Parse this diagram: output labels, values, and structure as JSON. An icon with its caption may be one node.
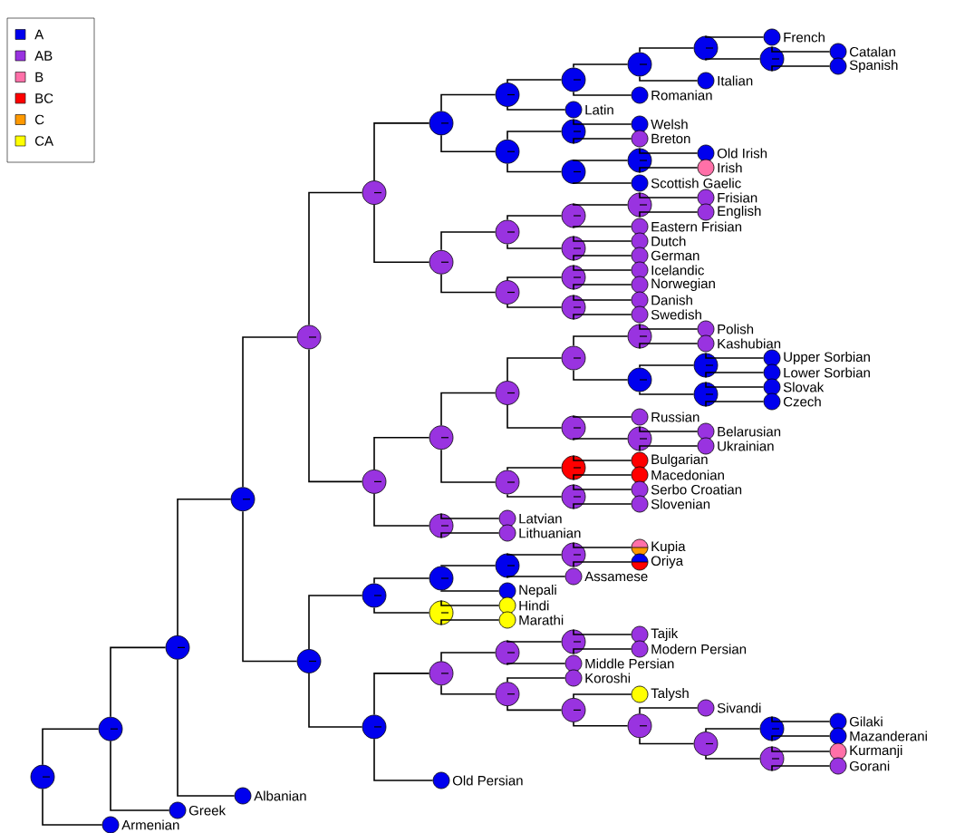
{
  "diagram": {
    "nodes": [
      {
        "text": [],
        "shape": "circle"
      },
      {
        "text": [],
        "shape": "circle"
      },
      {
        "text": [],
        "shape": "circle"
      },
      {
        "text": [],
        "shape": "circle"
      },
      {
        "text": [],
        "shape": "circle"
      },
      {
        "text": [],
        "shape": "circle"
      },
      {
        "text": [],
        "shape": "circle"
      },
      {
        "text": [],
        "shape": "circle"
      },
      {
        "text": [],
        "shape": "circle"
      },
      {
        "text": [],
        "shape": "circle"
      },
      {
        "text": [],
        "shape": "circle"
      },
      {
        "text": [],
        "shape": "circle",
        "beside": [
          "French"
        ]
      },
      {
        "text": [],
        "shape": "circle"
      },
      {
        "text": [],
        "shape": "circle",
        "beside": [
          "Catalan"
        ]
      },
      {
        "text": [],
        "shape": "circle",
        "beside": [
          "Spanish"
        ]
      },
      {
        "text": [],
        "shape": "circle",
        "beside": [
          "Italian"
        ]
      },
      {
        "text": [],
        "shape": "circle",
        "beside": [
          "Romanian"
        ]
      },
      {
        "text": [],
        "shape": "circle",
        "beside": [
          "Latin"
        ]
      },
      {
        "text": [],
        "shape": "circle"
      },
      {
        "text": [],
        "shape": "circle"
      },
      {
        "text": [],
        "shape": "circle",
        "beside": [
          "Welsh"
        ]
      },
      {
        "text": [],
        "shape": "circle",
        "beside": [
          "Breton"
        ]
      },
      {
        "text": [],
        "shape": "circle"
      },
      {
        "text": [],
        "shape": "circle"
      },
      {
        "text": [],
        "shape": "circle",
        "beside": [
          "Old Irish"
        ]
      },
      {
        "text": [],
        "shape": "circle",
        "beside": [
          "Irish"
        ]
      },
      {
        "text": [],
        "shape": "circle",
        "beside": [
          "Scottish Gaelic"
        ]
      },
      {
        "text": [],
        "shape": "circle"
      },
      {
        "text": [],
        "shape": "circle"
      },
      {
        "text": [],
        "shape": "circle"
      },
      {
        "text": [],
        "shape": "circle"
      },
      {
        "text": [],
        "shape": "circle",
        "beside": [
          "Frisian"
        ]
      },
      {
        "text": [],
        "shape": "circle",
        "beside": [
          "English"
        ]
      },
      {
        "text": [],
        "shape": "circle",
        "beside": [
          "Eastern Frisian"
        ]
      },
      {
        "text": [],
        "shape": "circle"
      },
      {
        "text": [],
        "shape": "circle",
        "beside": [
          "Dutch"
        ]
      },
      {
        "text": [],
        "shape": "circle",
        "beside": [
          "German"
        ]
      },
      {
        "text": [],
        "shape": "circle"
      },
      {
        "text": [],
        "shape": "circle"
      },
      {
        "text": [],
        "shape": "circle",
        "beside": [
          "Icelandic"
        ]
      },
      {
        "text": [],
        "shape": "circle",
        "beside": [
          "Norwegian"
        ]
      },
      {
        "text": [],
        "shape": "circle"
      },
      {
        "text": [],
        "shape": "circle",
        "beside": [
          "Danish"
        ]
      },
      {
        "text": [],
        "shape": "circle",
        "beside": [
          "Swedish"
        ]
      },
      {
        "text": [],
        "shape": "circle"
      },
      {
        "text": [],
        "shape": "circle"
      },
      {
        "text": [],
        "shape": "circle"
      },
      {
        "text": [],
        "shape": "circle"
      },
      {
        "text": [],
        "shape": "circle"
      },
      {
        "text": [],
        "shape": "circle",
        "beside": [
          "Polish"
        ]
      },
      {
        "text": [],
        "shape": "circle",
        "beside": [
          "Kashubian"
        ]
      },
      {
        "text": [],
        "shape": "circle"
      },
      {
        "text": [],
        "shape": "circle"
      },
      {
        "text": [],
        "shape": "circle",
        "beside": [
          "Upper Sorbian"
        ]
      },
      {
        "text": [],
        "shape": "circle",
        "beside": [
          "Lower Sorbian"
        ]
      },
      {
        "text": [],
        "shape": "circle"
      },
      {
        "text": [],
        "shape": "circle",
        "beside": [
          "Slovak"
        ]
      },
      {
        "text": [],
        "shape": "circle",
        "beside": [
          "Czech"
        ]
      },
      {
        "text": [],
        "shape": "circle"
      },
      {
        "text": [],
        "shape": "circle",
        "beside": [
          "Russian"
        ]
      },
      {
        "text": [],
        "shape": "circle"
      },
      {
        "text": [],
        "shape": "circle",
        "beside": [
          "Belarusian"
        ]
      },
      {
        "text": [],
        "shape": "circle",
        "beside": [
          "Ukrainian"
        ]
      },
      {
        "text": [],
        "shape": "circle"
      },
      {
        "text": [],
        "shape": "circle"
      },
      {
        "text": [],
        "shape": "circle",
        "beside": [
          "Bulgarian"
        ]
      },
      {
        "text": [],
        "shape": "circle",
        "beside": [
          "Macedonian"
        ]
      },
      {
        "text": [],
        "shape": "circle"
      },
      {
        "text": [],
        "shape": "circle",
        "beside": [
          "Serbo Croatian"
        ]
      },
      {
        "text": [],
        "shape": "circle",
        "beside": [
          "Slovenian"
        ]
      },
      {
        "text": [],
        "shape": "circle"
      },
      {
        "text": [],
        "shape": "circle",
        "beside": [
          "Latvian"
        ]
      },
      {
        "text": [],
        "shape": "circle",
        "beside": [
          "Lithuanian"
        ]
      },
      {
        "text": [],
        "shape": "circle"
      },
      {
        "text": [],
        "shape": "circle"
      },
      {
        "text": [],
        "shape": "circle"
      },
      {
        "text": [],
        "shape": "circle"
      },
      {
        "text": [],
        "shape": "circle"
      },
      {
        "text": [],
        "shape": "circle",
        "beside": [
          "Kupia"
        ]
      },
      {
        "text": [],
        "shape": "circle",
        "beside": [
          "Oriya"
        ]
      },
      {
        "text": [],
        "shape": "circle",
        "beside": [
          "Assamese"
        ]
      },
      {
        "text": [],
        "shape": "circle",
        "beside": [
          "Nepali"
        ]
      },
      {
        "text": [],
        "shape": "circle"
      },
      {
        "text": [],
        "shape": "circle",
        "beside": [
          "Hindi"
        ]
      },
      {
        "text": [],
        "shape": "circle",
        "beside": [
          "Marathi"
        ]
      },
      {
        "text": [],
        "shape": "circle"
      },
      {
        "text": [],
        "shape": "circle"
      },
      {
        "text": [],
        "shape": "circle"
      },
      {
        "text": [],
        "shape": "circle"
      },
      {
        "text": [],
        "shape": "circle",
        "beside": [
          "Tajik"
        ]
      },
      {
        "text": [],
        "shape": "circle",
        "beside": [
          "Modern Persian"
        ]
      },
      {
        "text": [],
        "shape": "circle",
        "beside": [
          "Middle Persian"
        ]
      },
      {
        "text": [],
        "shape": "circle"
      },
      {
        "text": [],
        "shape": "circle",
        "beside": [
          "Koroshi"
        ]
      },
      {
        "text": [],
        "shape": "circle"
      },
      {
        "text": [],
        "shape": "circle",
        "beside": [
          "Talysh"
        ]
      },
      {
        "text": [],
        "shape": "circle"
      },
      {
        "text": [],
        "shape": "circle",
        "beside": [
          "Sivandi"
        ]
      },
      {
        "text": [],
        "shape": "circle"
      },
      {
        "text": [],
        "shape": "circle"
      },
      {
        "text": [],
        "shape": "circle",
        "beside": [
          "Gilaki"
        ]
      },
      {
        "text": [],
        "shape": "circle",
        "beside": [
          "Mazanderani"
        ]
      },
      {
        "text": [],
        "shape": "circle"
      },
      {
        "text": [],
        "shape": "circle",
        "beside": [
          "Kurmanji"
        ]
      },
      {
        "text": [],
        "shape": "circle",
        "beside": [
          "Gorani"
        ]
      },
      {
        "text": [],
        "shape": "circle",
        "beside": [
          "Old Persian"
        ]
      },
      {
        "text": [],
        "shape": "circle",
        "beside": [
          "Albanian"
        ]
      },
      {
        "text": [],
        "shape": "circle",
        "beside": [
          "Greek"
        ]
      },
      {
        "text": [],
        "shape": "circle",
        "beside": [
          "Armenian"
        ]
      }
    ],
    "edges": [
      {
        "from": 0,
        "to": 1,
        "arrow": "none"
      },
      {
        "from": 0,
        "to": 108,
        "arrow": "none"
      },
      {
        "from": 1,
        "to": 2,
        "arrow": "none"
      },
      {
        "from": 1,
        "to": 107,
        "arrow": "none"
      },
      {
        "from": 2,
        "to": 3,
        "arrow": "none"
      },
      {
        "from": 2,
        "to": 106,
        "arrow": "none"
      },
      {
        "from": 3,
        "to": 4,
        "arrow": "none"
      },
      {
        "from": 3,
        "to": 73,
        "arrow": "none"
      },
      {
        "from": 4,
        "to": 5,
        "arrow": "none"
      },
      {
        "from": 4,
        "to": 44,
        "arrow": "none"
      },
      {
        "from": 5,
        "to": 6,
        "arrow": "none"
      },
      {
        "from": 5,
        "to": 27,
        "arrow": "none"
      },
      {
        "from": 6,
        "to": 7,
        "arrow": "none"
      },
      {
        "from": 6,
        "to": 18,
        "arrow": "none"
      },
      {
        "from": 7,
        "to": 8,
        "arrow": "none"
      },
      {
        "from": 7,
        "to": 17,
        "arrow": "none"
      },
      {
        "from": 8,
        "to": 9,
        "arrow": "none"
      },
      {
        "from": 8,
        "to": 16,
        "arrow": "none"
      },
      {
        "from": 9,
        "to": 10,
        "arrow": "none"
      },
      {
        "from": 9,
        "to": 15,
        "arrow": "none"
      },
      {
        "from": 10,
        "to": 11,
        "arrow": "none"
      },
      {
        "from": 10,
        "to": 12,
        "arrow": "none"
      },
      {
        "from": 12,
        "to": 13,
        "arrow": "none"
      },
      {
        "from": 12,
        "to": 14,
        "arrow": "none"
      },
      {
        "from": 18,
        "to": 19,
        "arrow": "none"
      },
      {
        "from": 18,
        "to": 22,
        "arrow": "none"
      },
      {
        "from": 19,
        "to": 20,
        "arrow": "none"
      },
      {
        "from": 19,
        "to": 21,
        "arrow": "none"
      },
      {
        "from": 22,
        "to": 23,
        "arrow": "none"
      },
      {
        "from": 22,
        "to": 26,
        "arrow": "none"
      },
      {
        "from": 23,
        "to": 24,
        "arrow": "none"
      },
      {
        "from": 23,
        "to": 25,
        "arrow": "none"
      },
      {
        "from": 27,
        "to": 28,
        "arrow": "none"
      },
      {
        "from": 27,
        "to": 37,
        "arrow": "none"
      },
      {
        "from": 28,
        "to": 29,
        "arrow": "none"
      },
      {
        "from": 28,
        "to": 34,
        "arrow": "none"
      },
      {
        "from": 29,
        "to": 30,
        "arrow": "none"
      },
      {
        "from": 29,
        "to": 33,
        "arrow": "none"
      },
      {
        "from": 30,
        "to": 31,
        "arrow": "none"
      },
      {
        "from": 30,
        "to": 32,
        "arrow": "none"
      },
      {
        "from": 34,
        "to": 35,
        "arrow": "none"
      },
      {
        "from": 34,
        "to": 36,
        "arrow": "none"
      },
      {
        "from": 37,
        "to": 38,
        "arrow": "none"
      },
      {
        "from": 37,
        "to": 41,
        "arrow": "none"
      },
      {
        "from": 38,
        "to": 39,
        "arrow": "none"
      },
      {
        "from": 38,
        "to": 40,
        "arrow": "none"
      },
      {
        "from": 41,
        "to": 42,
        "arrow": "none"
      },
      {
        "from": 41,
        "to": 43,
        "arrow": "none"
      },
      {
        "from": 44,
        "to": 45,
        "arrow": "none"
      },
      {
        "from": 44,
        "to": 70,
        "arrow": "none"
      },
      {
        "from": 45,
        "to": 46,
        "arrow": "none"
      },
      {
        "from": 45,
        "to": 63,
        "arrow": "none"
      },
      {
        "from": 46,
        "to": 47,
        "arrow": "none"
      },
      {
        "from": 46,
        "to": 58,
        "arrow": "none"
      },
      {
        "from": 47,
        "to": 48,
        "arrow": "none"
      },
      {
        "from": 47,
        "to": 51,
        "arrow": "none"
      },
      {
        "from": 48,
        "to": 49,
        "arrow": "none"
      },
      {
        "from": 48,
        "to": 50,
        "arrow": "none"
      },
      {
        "from": 51,
        "to": 52,
        "arrow": "none"
      },
      {
        "from": 51,
        "to": 55,
        "arrow": "none"
      },
      {
        "from": 52,
        "to": 53,
        "arrow": "none"
      },
      {
        "from": 52,
        "to": 54,
        "arrow": "none"
      },
      {
        "from": 55,
        "to": 56,
        "arrow": "none"
      },
      {
        "from": 55,
        "to": 57,
        "arrow": "none"
      },
      {
        "from": 58,
        "to": 59,
        "arrow": "none"
      },
      {
        "from": 58,
        "to": 60,
        "arrow": "none"
      },
      {
        "from": 60,
        "to": 61,
        "arrow": "none"
      },
      {
        "from": 60,
        "to": 62,
        "arrow": "none"
      },
      {
        "from": 63,
        "to": 64,
        "arrow": "none"
      },
      {
        "from": 63,
        "to": 67,
        "arrow": "none"
      },
      {
        "from": 64,
        "to": 65,
        "arrow": "none"
      },
      {
        "from": 64,
        "to": 66,
        "arrow": "none"
      },
      {
        "from": 67,
        "to": 68,
        "arrow": "none"
      },
      {
        "from": 67,
        "to": 69,
        "arrow": "none"
      },
      {
        "from": 70,
        "to": 71,
        "arrow": "none"
      },
      {
        "from": 70,
        "to": 72,
        "arrow": "none"
      },
      {
        "from": 73,
        "to": 74,
        "arrow": "none"
      },
      {
        "from": 73,
        "to": 85,
        "arrow": "none"
      },
      {
        "from": 74,
        "to": 75,
        "arrow": "none"
      },
      {
        "from": 74,
        "to": 82,
        "arrow": "none"
      },
      {
        "from": 75,
        "to": 76,
        "arrow": "none"
      },
      {
        "from": 75,
        "to": 81,
        "arrow": "none"
      },
      {
        "from": 76,
        "to": 77,
        "arrow": "none"
      },
      {
        "from": 76,
        "to": 80,
        "arrow": "none"
      },
      {
        "from": 77,
        "to": 78,
        "arrow": "none"
      },
      {
        "from": 77,
        "to": 79,
        "arrow": "none"
      },
      {
        "from": 82,
        "to": 83,
        "arrow": "none"
      },
      {
        "from": 82,
        "to": 84,
        "arrow": "none"
      },
      {
        "from": 85,
        "to": 86,
        "arrow": "none"
      },
      {
        "from": 85,
        "to": 105,
        "arrow": "none"
      },
      {
        "from": 86,
        "to": 87,
        "arrow": "none"
      },
      {
        "from": 86,
        "to": 92,
        "arrow": "none"
      },
      {
        "from": 87,
        "to": 88,
        "arrow": "none"
      },
      {
        "from": 87,
        "to": 91,
        "arrow": "none"
      },
      {
        "from": 88,
        "to": 89,
        "arrow": "none"
      },
      {
        "from": 88,
        "to": 90,
        "arrow": "none"
      },
      {
        "from": 92,
        "to": 93,
        "arrow": "none"
      },
      {
        "from": 92,
        "to": 94,
        "arrow": "none"
      },
      {
        "from": 94,
        "to": 95,
        "arrow": "none"
      },
      {
        "from": 94,
        "to": 96,
        "arrow": "none"
      },
      {
        "from": 96,
        "to": 97,
        "arrow": "none"
      },
      {
        "from": 96,
        "to": 98,
        "arrow": "none"
      },
      {
        "from": 98,
        "to": 99,
        "arrow": "none"
      },
      {
        "from": 98,
        "to": 102,
        "arrow": "none"
      },
      {
        "from": 99,
        "to": 100,
        "arrow": "none"
      },
      {
        "from": 99,
        "to": 101,
        "arrow": "none"
      },
      {
        "from": 102,
        "to": 103,
        "arrow": "none"
      },
      {
        "from": 102,
        "to": 104,
        "arrow": "none"
      }
    ],
    "legend": [
      {
        "text": "A",
        "color": "#0000ee"
      },
      {
        "text": "AB",
        "color": "#9933e0"
      },
      {
        "text": "B",
        "color": "#ff70a8"
      },
      {
        "text": "BC",
        "color": "#ff0000"
      },
      {
        "text": "C",
        "color": "#ff9900"
      },
      {
        "text": "CA",
        "color": "#ffff00"
      }
    ]
  }
}
